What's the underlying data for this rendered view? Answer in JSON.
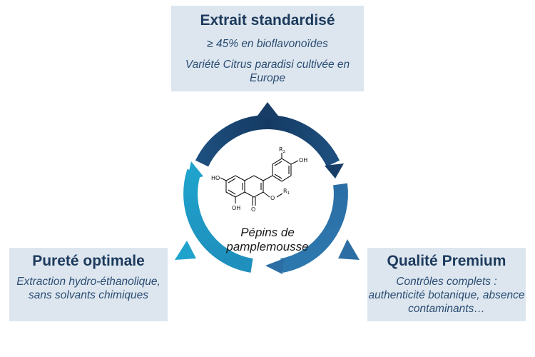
{
  "top_box": {
    "title": "Extrait standardisé",
    "line1": "≥ 45% en bioflavonoïdes",
    "line2": "Variété Citrus paradisi cultivée en Europe"
  },
  "right_box": {
    "title": "Qualité Premium",
    "line1": "Contrôles complets : authenticité botanique, absence contaminants…"
  },
  "left_box": {
    "title": "Pureté optimale",
    "line1": "Extraction hydro-éthanolique, sans solvants chimiques"
  },
  "center": {
    "label": "Pépins de pamplemousse"
  },
  "molecule": {
    "oh_left": "HO",
    "oh_bottom": "OH",
    "oh_right": "OH",
    "carbonyl_o": "O",
    "ether_o": "O",
    "r1": "R",
    "r1_sub": "1",
    "r2": "R",
    "r2_sub": "2"
  },
  "colors": {
    "arc_dark": "#173d66",
    "arc_mid": "#2c6ea3",
    "arc_light": "#219ac6",
    "box_bg": "#dde6ef"
  }
}
